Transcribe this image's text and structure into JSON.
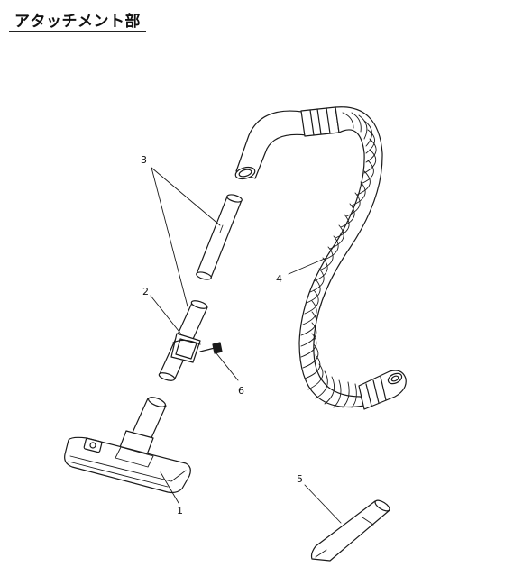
{
  "heading": "アタッチメント部",
  "callouts": {
    "c1": "1",
    "c2": "2",
    "c3": "3",
    "c4": "4",
    "c5": "5",
    "c6": "6"
  },
  "colors": {
    "line": "#1a1a1a",
    "paper": "#ffffff"
  }
}
